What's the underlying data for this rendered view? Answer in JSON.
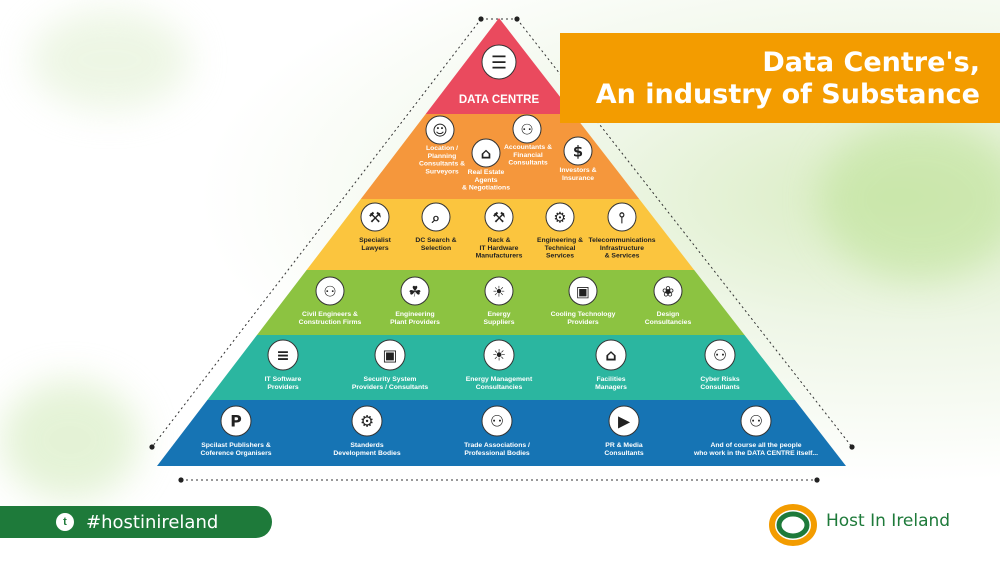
{
  "banner": {
    "line1": "Data Centre's,",
    "line2": "An industry of Substance"
  },
  "twitter": {
    "handle": "#hostinireland",
    "icon": "twitter-bird-icon"
  },
  "brand": {
    "name": "Host In Ireland",
    "logo": "host-in-ireland-ring-logo"
  },
  "colors": {
    "tier0": "#ea4a5e",
    "tier1": "#f5973c",
    "tier2": "#fbc53e",
    "tier3": "#8cc341",
    "tier4": "#2bb6a0",
    "tier5": "#1674b4",
    "banner": "#f39c00",
    "brand_green": "#1e7a3a"
  },
  "pyramid": {
    "top": {
      "label": "DATA CENTRE",
      "icon": "server-rack-icon"
    },
    "tiers": [
      {
        "items": [
          {
            "label": [
              "Location /",
              "Planning",
              "Consultants &",
              "Surveyors"
            ],
            "icon": "meeting-icon"
          },
          {
            "label": [
              "Real Estate",
              "Agents",
              "& Negotiations"
            ],
            "icon": "house-icon"
          },
          {
            "label": [
              "Accountants &",
              "Financial",
              "Consultants"
            ],
            "icon": "accountant-icon"
          },
          {
            "label": [
              "Investors &",
              "Insurance"
            ],
            "icon": "money-hand-icon"
          }
        ]
      },
      {
        "items": [
          {
            "label": [
              "Specialist",
              "Lawyers"
            ],
            "icon": "gavel-icon"
          },
          {
            "label": [
              "DC Search &",
              "Selection"
            ],
            "icon": "magnifier-icon"
          },
          {
            "label": [
              "Rack &",
              "IT Hardware",
              "Manufacturers"
            ],
            "icon": "tools-icon"
          },
          {
            "label": [
              "Engineering &",
              "Technical",
              "Services"
            ],
            "icon": "robot-arm-icon"
          },
          {
            "label": [
              "Telecommunications",
              "Infrastructure",
              "& Services"
            ],
            "icon": "antenna-icon"
          }
        ]
      },
      {
        "items": [
          {
            "label": [
              "Civil Engineers &",
              "Construction Firms"
            ],
            "icon": "engineer-icon"
          },
          {
            "label": [
              "Engineering",
              "Plant Providers"
            ],
            "icon": "plant-icon"
          },
          {
            "label": [
              "Energy",
              "Suppliers"
            ],
            "icon": "energy-icon"
          },
          {
            "label": [
              "Cooling Technology",
              "Providers"
            ],
            "icon": "monitor-icon"
          },
          {
            "label": [
              "Design",
              "Consultancies"
            ],
            "icon": "palette-icon"
          }
        ]
      },
      {
        "items": [
          {
            "label": [
              "IT Software",
              "Providers"
            ],
            "icon": "database-icon"
          },
          {
            "label": [
              "Security System",
              "Providers / Consultants"
            ],
            "icon": "padlock-icon"
          },
          {
            "label": [
              "Energy Management",
              "Consultancies"
            ],
            "icon": "lightbulb-icon"
          },
          {
            "label": [
              "Facilities",
              "Managers"
            ],
            "icon": "home-icon"
          },
          {
            "label": [
              "Cyber Risks",
              "Consultants"
            ],
            "icon": "desk-worker-icon"
          }
        ]
      },
      {
        "items": [
          {
            "label": [
              "Spcilast Publishers &",
              "Coference Organisers"
            ],
            "icon": "publisher-icon"
          },
          {
            "label": [
              "Standerds",
              "Development Bodies"
            ],
            "icon": "gear-cycle-icon"
          },
          {
            "label": [
              "Trade Associations /",
              "Professional Bodies"
            ],
            "icon": "person-icon"
          },
          {
            "label": [
              "PR & Media",
              "Consultants"
            ],
            "icon": "video-camera-icon"
          },
          {
            "label": [
              "And of course all the people",
              "who work in the DATA CENTRE itself..."
            ],
            "icon": "group-icon"
          }
        ]
      }
    ]
  }
}
